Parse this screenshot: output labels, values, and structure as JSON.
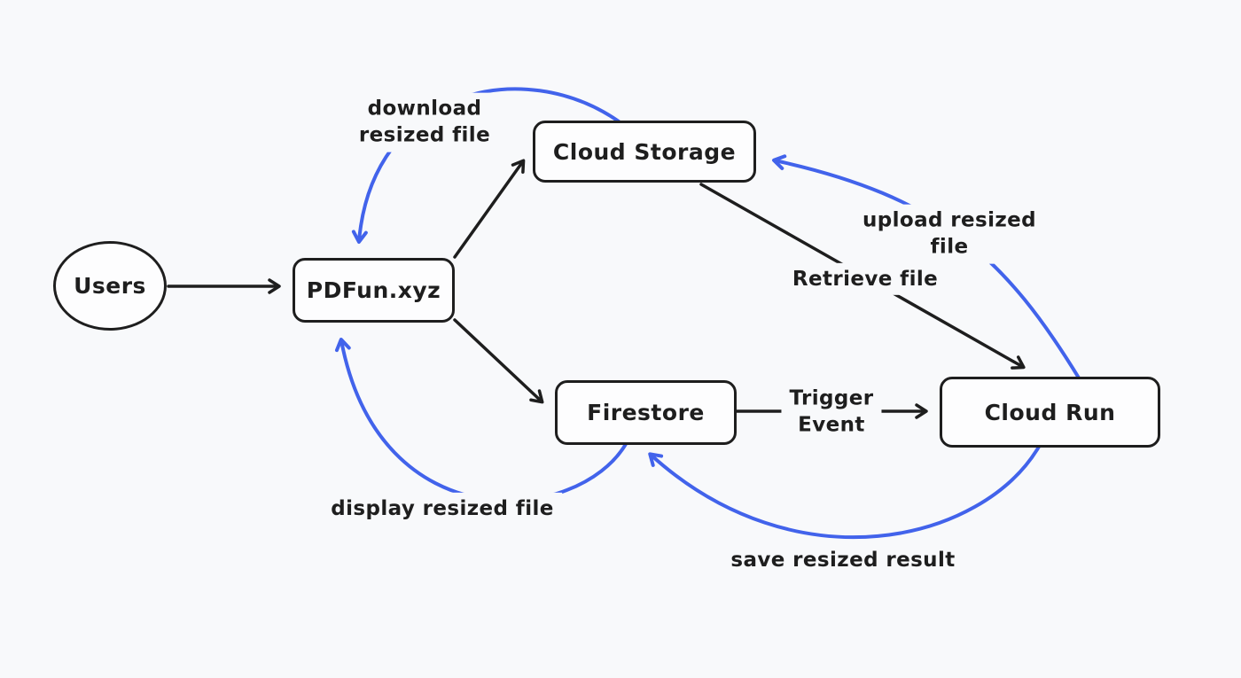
{
  "colors": {
    "bg": "#f8f9fb",
    "ink": "#1e1e1e",
    "accent": "#4263eb",
    "node-fill": "#fdfdfe"
  },
  "nodes": {
    "users": {
      "label": "Users",
      "shape": "ellipse"
    },
    "pdfun": {
      "label": "PDFun.xyz",
      "shape": "rectangle"
    },
    "cloud_storage": {
      "label": "Cloud Storage",
      "shape": "rectangle"
    },
    "firestore": {
      "label": "Firestore",
      "shape": "rectangle"
    },
    "cloud_run": {
      "label": "Cloud Run",
      "shape": "rectangle"
    }
  },
  "edges": {
    "users_to_pdfun": {
      "from": "Users",
      "to": "PDFun.xyz",
      "color": "black",
      "label": ""
    },
    "pdfun_to_cloud_storage": {
      "from": "PDFun.xyz",
      "to": "Cloud Storage",
      "color": "black",
      "label": ""
    },
    "pdfun_to_firestore": {
      "from": "PDFun.xyz",
      "to": "Firestore",
      "color": "black",
      "label": ""
    },
    "cloud_storage_to_cloud_run": {
      "from": "Cloud Storage",
      "to": "Cloud Run",
      "color": "black",
      "label": "Retrieve file"
    },
    "firestore_to_cloud_run": {
      "from": "Firestore",
      "to": "Cloud Run",
      "color": "black",
      "label": "Trigger\nEvent"
    },
    "cloud_storage_to_pdfun": {
      "from": "Cloud Storage",
      "to": "PDFun.xyz",
      "color": "blue",
      "label": "download\nresized file"
    },
    "cloud_run_to_cloud_storage": {
      "from": "Cloud Run",
      "to": "Cloud Storage",
      "color": "blue",
      "label": "upload resized\nfile"
    },
    "firestore_to_pdfun": {
      "from": "Firestore",
      "to": "PDFun.xyz",
      "color": "blue",
      "label": "display resized file"
    },
    "cloud_run_to_firestore": {
      "from": "Cloud Run",
      "to": "Firestore",
      "color": "blue",
      "label": "save resized result"
    }
  }
}
